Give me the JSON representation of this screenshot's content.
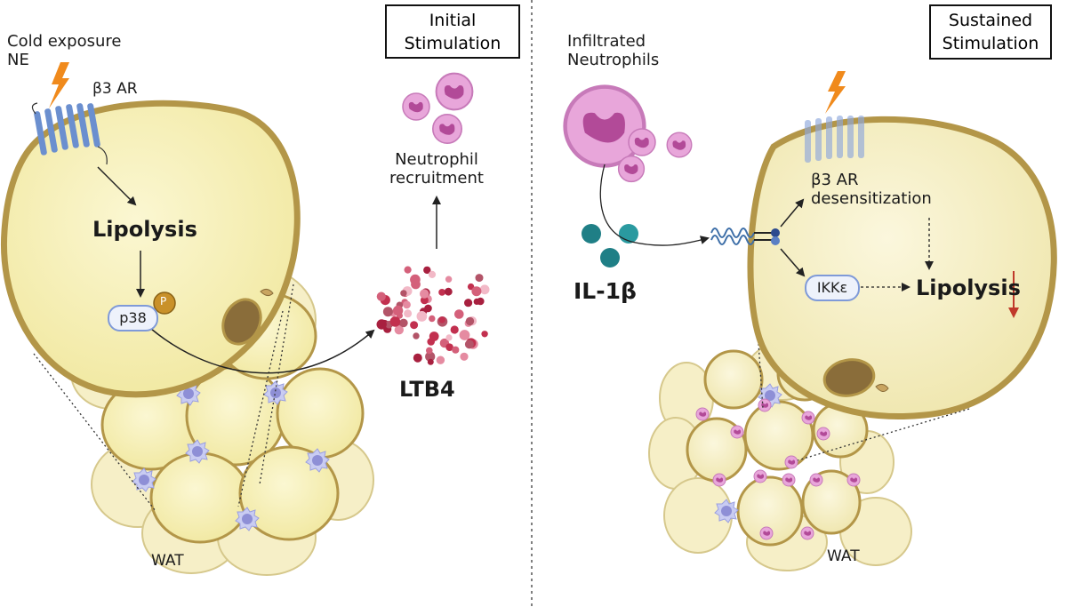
{
  "left_panel": {
    "box_label": "Initial\nStimulation",
    "cold_exposure": "Cold exposure\nNE",
    "receptor": "β3 AR",
    "lipolysis": "Lipolysis",
    "p38": "p38",
    "phospho": "P",
    "neutrophil_recruitment": "Neutrophil\nrecruitment",
    "ltb4": "LTB4",
    "wat": "WAT"
  },
  "right_panel": {
    "box_label": "Sustained\nStimulation",
    "infiltrated": "Infiltrated\nNeutrophils",
    "il1b": "IL-1β",
    "desensitization": "β3 AR\ndesensitization",
    "ikk": "IKKε",
    "lipolysis": "Lipolysis",
    "wat": "WAT"
  },
  "colors": {
    "adipocyte_fill": "#f7f0b6",
    "adipocyte_border": "#b39648",
    "receptor": "#6b8fcf",
    "neutrophil": "#e9a9dc",
    "ltb4": "#c2304f",
    "il1b": "#1f7f86",
    "lightning": "#f08a1c",
    "down_arrow": "#c0392b"
  }
}
